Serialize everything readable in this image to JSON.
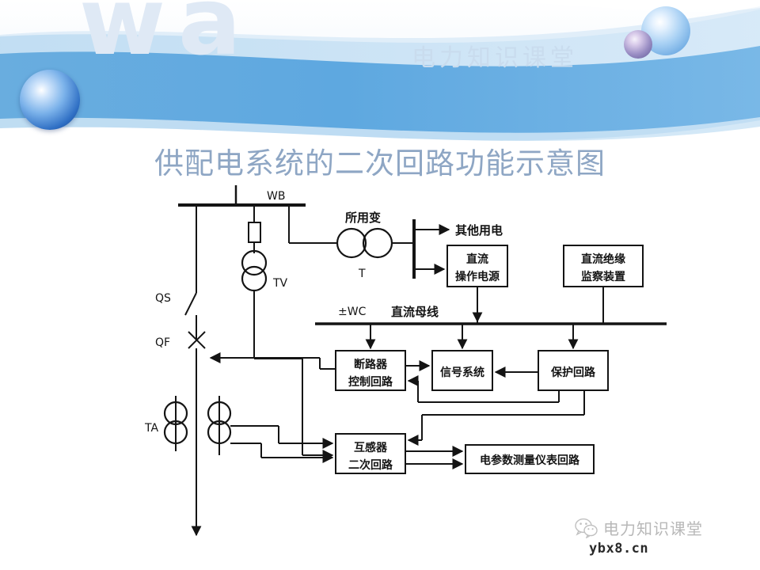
{
  "slide": {
    "title": "供配电系统的二次回路功能示意图",
    "title_color": "#8ea6c4",
    "background_color": "#ffffff",
    "banner": {
      "ghost_text": "wa",
      "ghost_text_2": "电力知识课堂",
      "band_color": "#5ea8e0",
      "band_color_light": "#a8d2f0"
    }
  },
  "diagram": {
    "labels": {
      "wb": "WB",
      "qs": "QS",
      "qf": "QF",
      "ta": "TA",
      "tv": "TV",
      "t": "T",
      "station_transformer": "所用变",
      "other_load": "其他用电",
      "wc": "±WC",
      "dc_bus": "直流母线"
    },
    "boxes": [
      {
        "id": "dc-power",
        "line1": "直流",
        "line2": "操作电源"
      },
      {
        "id": "dc-insulation",
        "line1": "直流绝缘",
        "line2": "监察装置"
      },
      {
        "id": "breaker-ctrl",
        "line1": "断路器",
        "line2": "控制回路"
      },
      {
        "id": "signal-system",
        "line1": "信号系统",
        "line2": ""
      },
      {
        "id": "protection",
        "line1": "保护回路",
        "line2": ""
      },
      {
        "id": "ct-secondary",
        "line1": "互感器",
        "line2": "二次回路"
      },
      {
        "id": "metering",
        "line1": "电参数测量仪表回路",
        "line2": ""
      }
    ],
    "line_color": "#141414"
  },
  "watermark": {
    "icon": "wechat-icon",
    "name": "电力知识课堂",
    "url": "ybx8.cn"
  }
}
